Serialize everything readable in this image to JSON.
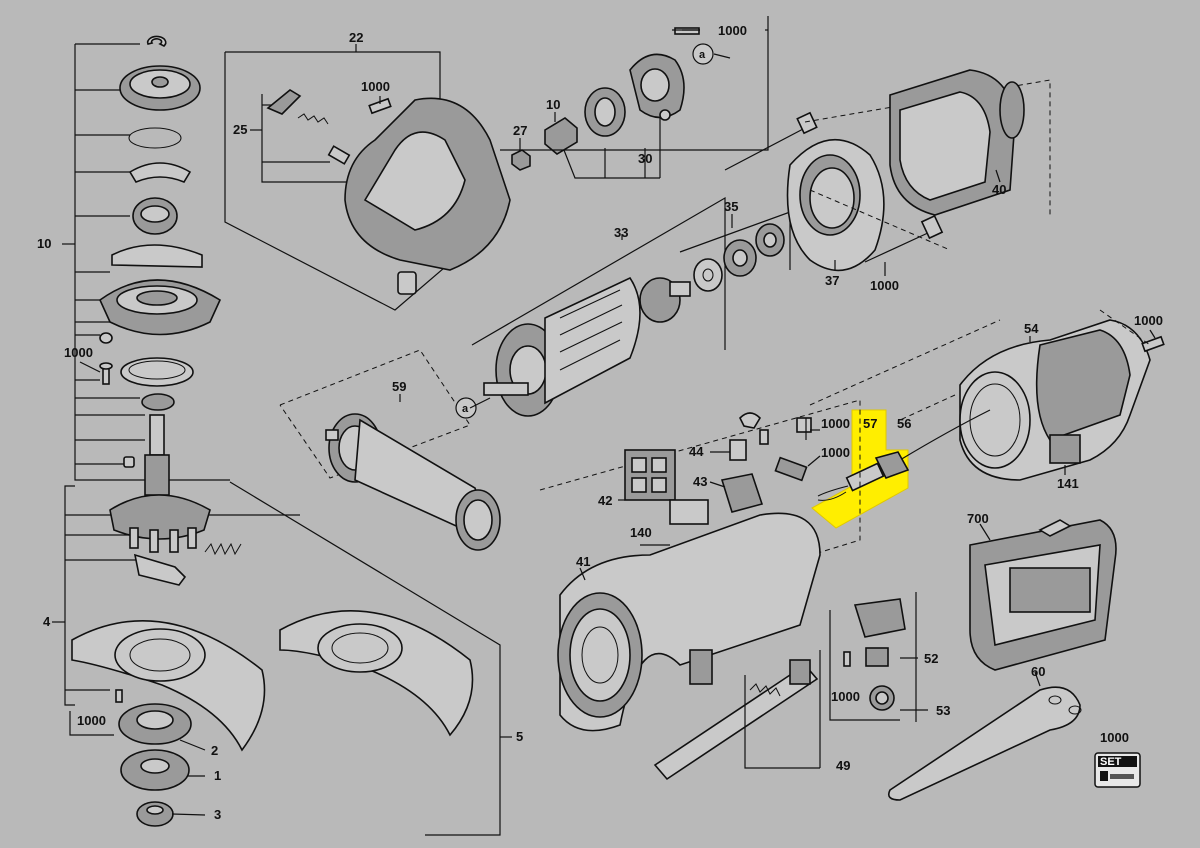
{
  "diagram": {
    "background": "#b9b9b9",
    "highlight_color": "#ffee00",
    "callouts": {
      "c1000_top": "1000",
      "c22": "22",
      "c25": "25",
      "c1000_a": "1000",
      "c27": "27",
      "c10_right": "10",
      "c30": "30",
      "c33": "33",
      "c35": "35",
      "c37": "37",
      "c1000_b": "1000",
      "c40": "40",
      "c1000_c": "1000",
      "c54": "54",
      "c10_left": "10",
      "c1000_left": "1000",
      "c59": "59",
      "c57": "57",
      "c56": "56",
      "c1000_d": "1000",
      "c1000_e": "1000",
      "c44": "44",
      "c43": "43",
      "c42": "42",
      "c140": "140",
      "c141": "141",
      "c700": "700",
      "c41": "41",
      "c52": "52",
      "c1000_f": "1000",
      "c53": "53",
      "c60": "60",
      "c4": "4",
      "c1000_g": "1000",
      "c2": "2",
      "c5": "5",
      "c1": "1",
      "c3": "3",
      "c49": "49",
      "c1000_set": "1000",
      "set_label": "SET"
    },
    "ref_markers": {
      "a_top": "a",
      "a_mid": "a"
    }
  }
}
